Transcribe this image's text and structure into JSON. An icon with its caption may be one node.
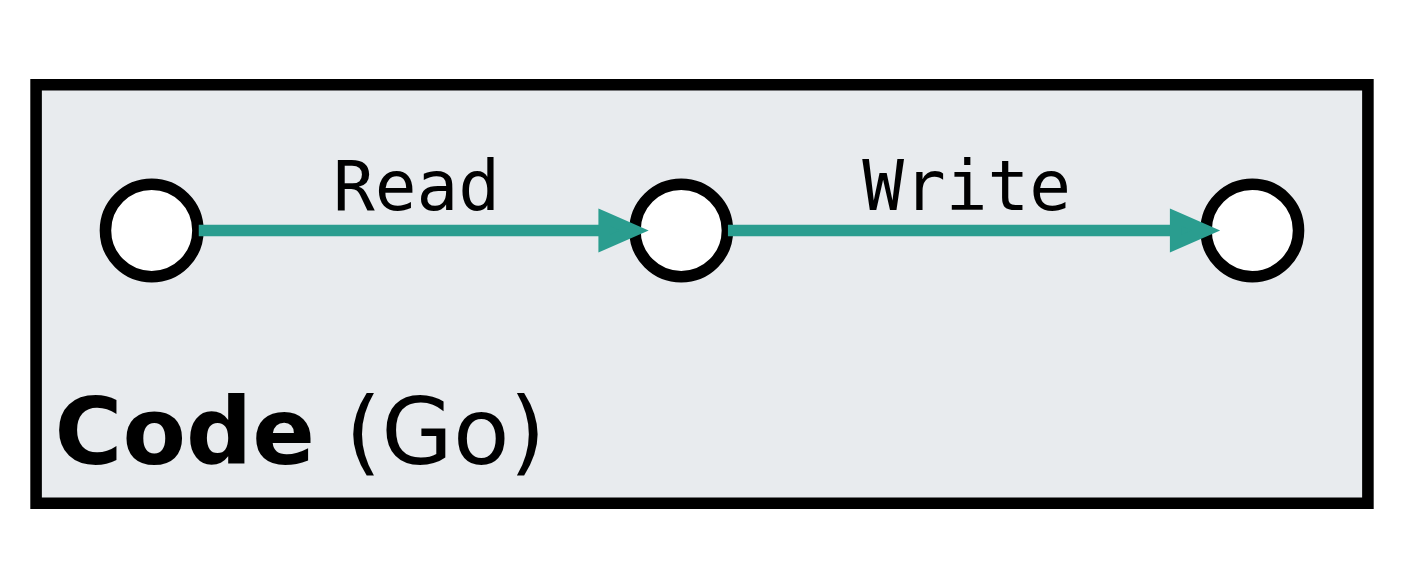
{
  "diagram": {
    "nodes": [
      {
        "text": [
          "**Code** (Go)"
        ]
      },
      {
        "text": [],
        "shape": "circle",
        "in": 0
      },
      {
        "text": [],
        "shape": "circle",
        "in": 0
      },
      {
        "text": [],
        "shape": "circle",
        "in": 0
      }
    ],
    "edges": [
      {
        "from": 1,
        "to": 2,
        "arrow": "to",
        "label": "Read"
      },
      {
        "from": 2,
        "to": 3,
        "arrow": "to",
        "label": "Write"
      }
    ]
  }
}
